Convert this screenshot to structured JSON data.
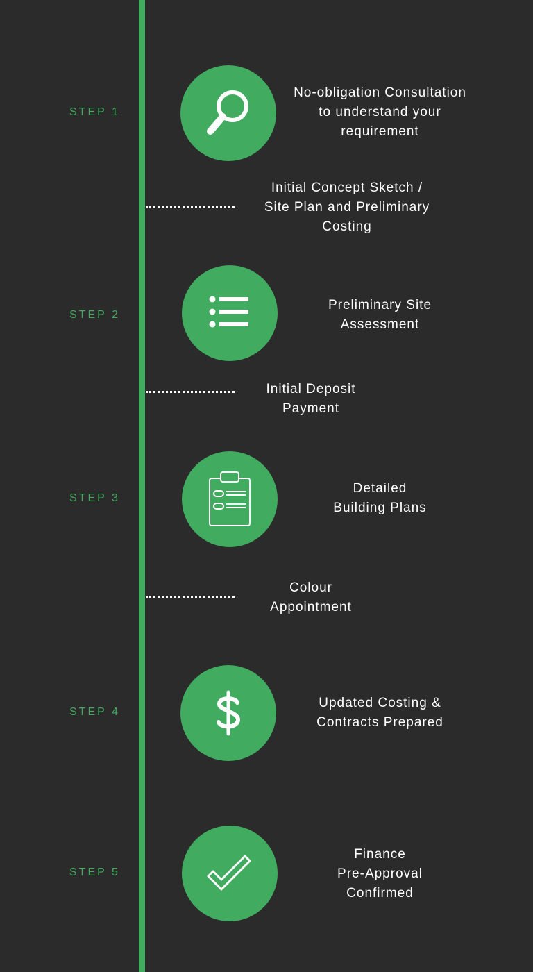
{
  "colors": {
    "background": "#2b2b2b",
    "accent": "#41ac5f",
    "text": "#ffffff"
  },
  "steps": [
    {
      "label": "STEP 1",
      "icon": "magnifier-icon",
      "lines": [
        "No-obligation Consultation",
        "to understand your",
        "requirement"
      ]
    },
    {
      "label": "STEP 2",
      "icon": "list-icon",
      "lines": [
        "Preliminary Site",
        "Assessment"
      ]
    },
    {
      "label": "STEP 3",
      "icon": "clipboard-icon",
      "lines": [
        "Detailed",
        "Building Plans"
      ]
    },
    {
      "label": "STEP 4",
      "icon": "dollar-icon",
      "lines": [
        "Updated Costing &",
        "Contracts Prepared"
      ]
    },
    {
      "label": "STEP 5",
      "icon": "checkmark-icon",
      "lines": [
        "Finance",
        "Pre-Approval",
        "Confirmed"
      ]
    }
  ],
  "substeps": [
    {
      "lines": [
        "Initial Concept Sketch /",
        "Site Plan and Preliminary",
        "Costing"
      ]
    },
    {
      "lines": [
        "Initial Deposit",
        "Payment"
      ]
    },
    {
      "lines": [
        "Colour",
        "Appointment"
      ]
    }
  ]
}
